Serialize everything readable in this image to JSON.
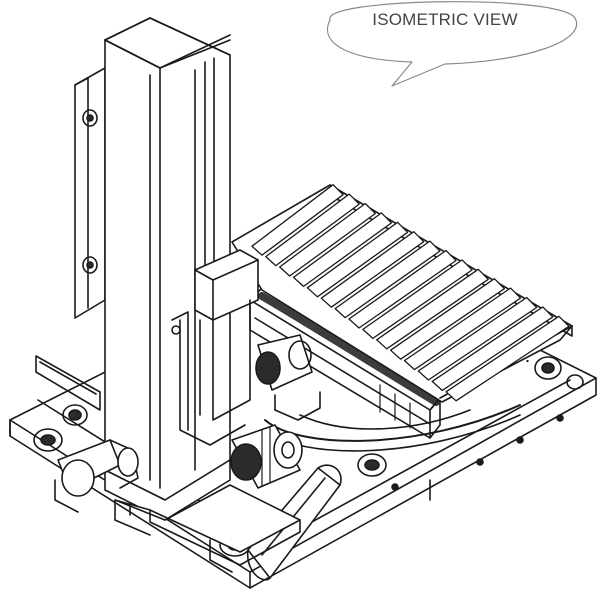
{
  "callout": {
    "label": "ISOMETRIC VIEW"
  },
  "colors": {
    "line": "#1a1a1a",
    "fill": "#ffffff",
    "shade": "#2b2b2b",
    "callout_stroke": "#8a8a8a",
    "callout_text": "#444444"
  },
  "drawing": {
    "subject": "turntable-roller-conveyor-with-vertical-lift-mast",
    "roller_count": 15
  }
}
